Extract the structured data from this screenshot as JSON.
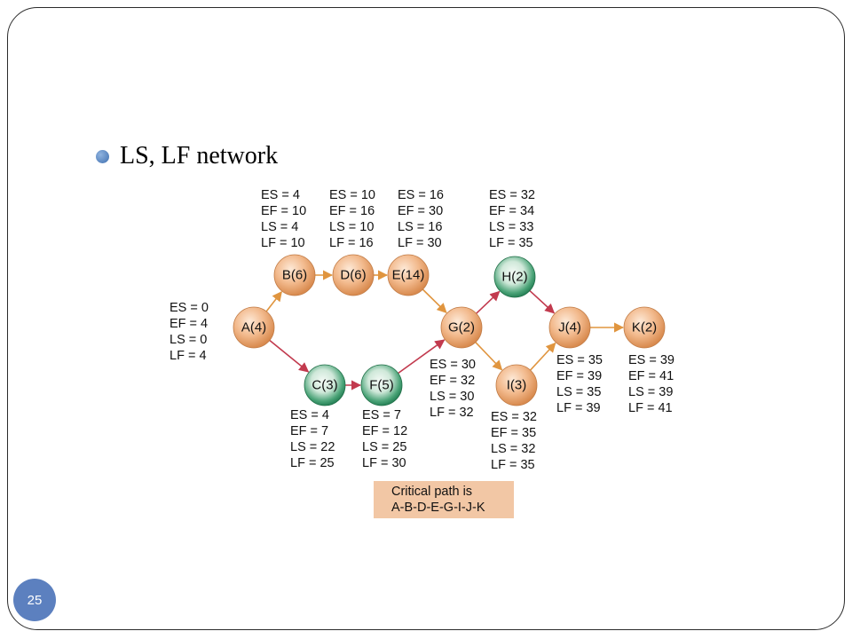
{
  "slide": {
    "bullet": "LS, LF network",
    "page_number": "25"
  },
  "nodes": [
    {
      "id": "A",
      "label": "A(4)",
      "color": "orange"
    },
    {
      "id": "B",
      "label": "B(6)",
      "color": "orange"
    },
    {
      "id": "D",
      "label": "D(6)",
      "color": "orange"
    },
    {
      "id": "E",
      "label": "E(14)",
      "color": "orange"
    },
    {
      "id": "C",
      "label": "C(3)",
      "color": "green"
    },
    {
      "id": "F",
      "label": "F(5)",
      "color": "green"
    },
    {
      "id": "G",
      "label": "G(2)",
      "color": "orange"
    },
    {
      "id": "H",
      "label": "H(2)",
      "color": "green"
    },
    {
      "id": "I",
      "label": "I(3)",
      "color": "orange"
    },
    {
      "id": "J",
      "label": "J(4)",
      "color": "orange"
    },
    {
      "id": "K",
      "label": "K(2)",
      "color": "orange"
    }
  ],
  "edges": [
    {
      "from": "A",
      "to": "B",
      "color": "#e0953f"
    },
    {
      "from": "B",
      "to": "D",
      "color": "#e0953f"
    },
    {
      "from": "D",
      "to": "E",
      "color": "#e0953f"
    },
    {
      "from": "E",
      "to": "G",
      "color": "#e0953f"
    },
    {
      "from": "A",
      "to": "C",
      "color": "#c23a4e"
    },
    {
      "from": "C",
      "to": "F",
      "color": "#c23a4e"
    },
    {
      "from": "F",
      "to": "G",
      "color": "#c23a4e"
    },
    {
      "from": "G",
      "to": "H",
      "color": "#c23a4e"
    },
    {
      "from": "H",
      "to": "J",
      "color": "#c23a4e"
    },
    {
      "from": "G",
      "to": "I",
      "color": "#e0953f"
    },
    {
      "from": "I",
      "to": "J",
      "color": "#e0953f"
    },
    {
      "from": "J",
      "to": "K",
      "color": "#e0953f"
    }
  ],
  "times": {
    "A": [
      "ES = 0",
      "EF = 4",
      "LS = 0",
      "LF = 4"
    ],
    "B": [
      "ES = 4",
      "EF = 10",
      "LS = 4",
      "LF = 10"
    ],
    "D": [
      "ES = 10",
      "EF = 16",
      "LS = 10",
      "LF = 16"
    ],
    "E": [
      "ES = 16",
      "EF = 30",
      "LS = 16",
      "LF = 30"
    ],
    "H": [
      "ES = 32",
      "EF = 34",
      "LS = 33",
      "LF = 35"
    ],
    "G": [
      "ES = 30",
      "EF = 32",
      "LS = 30",
      "LF = 32"
    ],
    "C": [
      "ES = 4",
      "EF = 7",
      "LS = 22",
      "LF = 25"
    ],
    "F": [
      "ES = 7",
      "EF = 12",
      "LS = 25",
      "LF = 30"
    ],
    "I": [
      "ES = 32",
      "EF = 35",
      "LS = 32",
      "LF = 35"
    ],
    "J": [
      "ES = 35",
      "EF = 39",
      "LS = 35",
      "LF = 39"
    ],
    "K": [
      "ES = 39",
      "EF = 41",
      "LS = 39",
      "LF = 41"
    ]
  },
  "critical_path": {
    "line1": "Critical path is",
    "line2": "A-B-D-E-G-I-J-K"
  },
  "colors": {
    "orange_node": "#efb487",
    "green_node": "#3f9a6d",
    "bullet": "#4f7cbf",
    "badge": "#5c80bf",
    "critical_box": "#f2c7a5"
  }
}
